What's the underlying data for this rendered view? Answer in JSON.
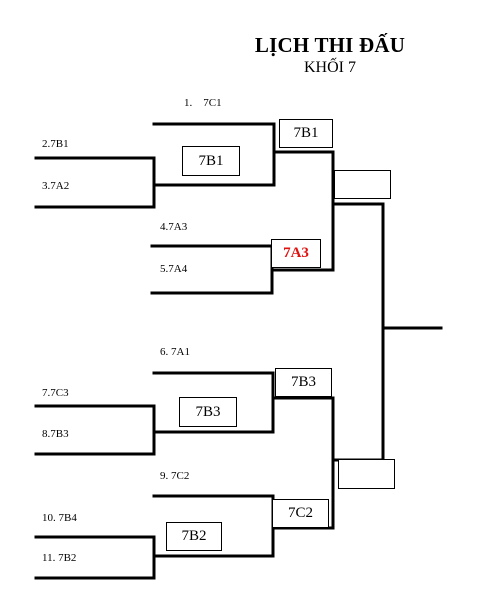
{
  "header": {
    "title": "LỊCH THI ĐẤU",
    "subtitle": "KHỐI 7"
  },
  "teams": [
    "1.    7C1",
    "2.7B1",
    "3.7A2",
    "4.7A3",
    "5.7A4",
    "6. 7A1",
    "7.7C3",
    "8.7B3",
    "9. 7C2",
    "10. 7B4",
    "11. 7B2"
  ],
  "winners": {
    "r1_top": "7B1",
    "r1_mid": "7B3",
    "r1_bottom": "7B2",
    "qf_1": "7B1",
    "qf_2": "7A3",
    "qf_3": "7B3",
    "qf_4": "7C2",
    "sf_top": "",
    "sf_bottom": ""
  },
  "colors": {
    "line": "#000000",
    "highlight": "#e0120f"
  }
}
